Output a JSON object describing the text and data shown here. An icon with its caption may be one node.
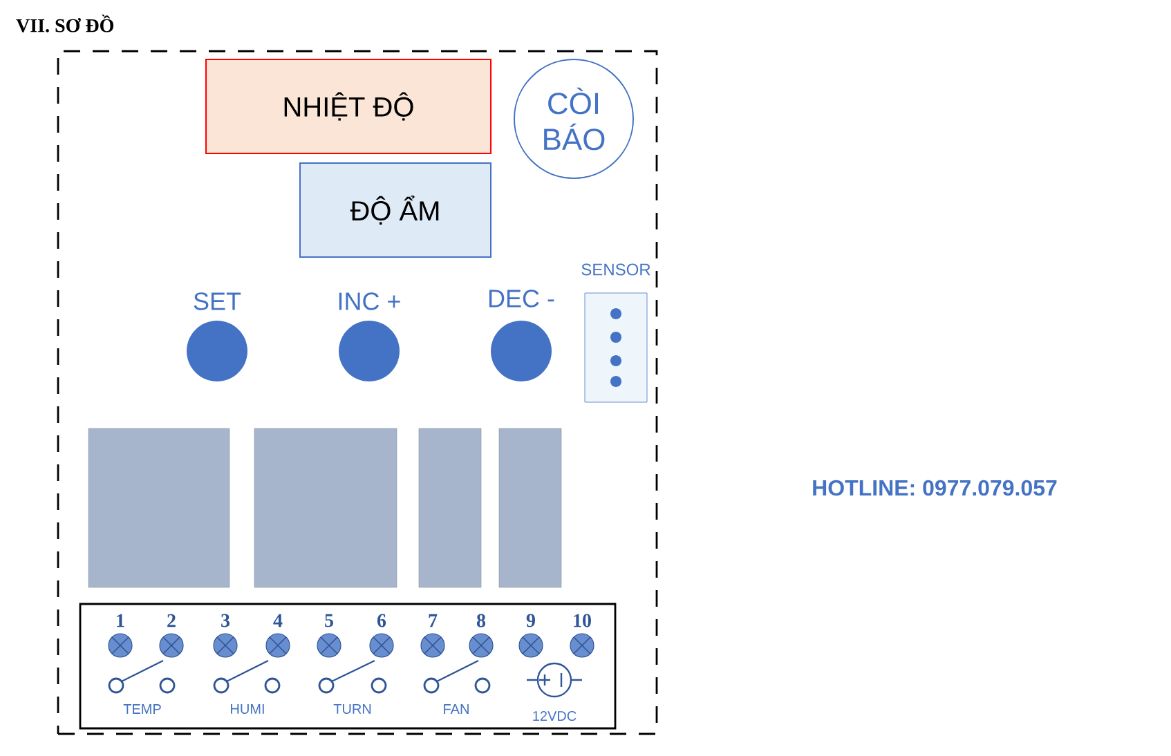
{
  "diagram": {
    "title": "VII. SƠ ĐỒ",
    "nodes": [
      {
        "text": [],
        "shape": "box"
      },
      {
        "text": [
          "NHIỆT ĐỘ"
        ],
        "in": 0
      },
      {
        "text": [
          "ĐỘ ẨM"
        ],
        "in": 0
      },
      {
        "text": [
          "CÒI BÁO"
        ],
        "in": 0
      },
      {
        "text": [
          "SET"
        ],
        "in": 0
      },
      {
        "text": [
          "INC +"
        ],
        "in": 0
      },
      {
        "text": [
          "DEC -"
        ],
        "in": 0
      },
      {
        "text": [
          "SENSOR"
        ],
        "in": 0
      },
      {
        "text": [],
        "shape": "box",
        "in": 0
      },
      {
        "text": [],
        "shape": "box",
        "in": 0
      },
      {
        "text": [],
        "shape": "box",
        "in": 0
      },
      {
        "text": [],
        "shape": "box",
        "in": 0
      },
      {
        "text": [],
        "shape": "box",
        "in": 0
      }
    ],
    "edges": [],
    "labels": [
      "1",
      "2",
      "3",
      "4",
      "5",
      "6",
      "7",
      "8",
      "9",
      "10",
      "TEMP",
      "HUMI",
      "TURN",
      "FAN",
      "12VDC",
      "HOTLINE: 0977.079.057"
    ]
  }
}
